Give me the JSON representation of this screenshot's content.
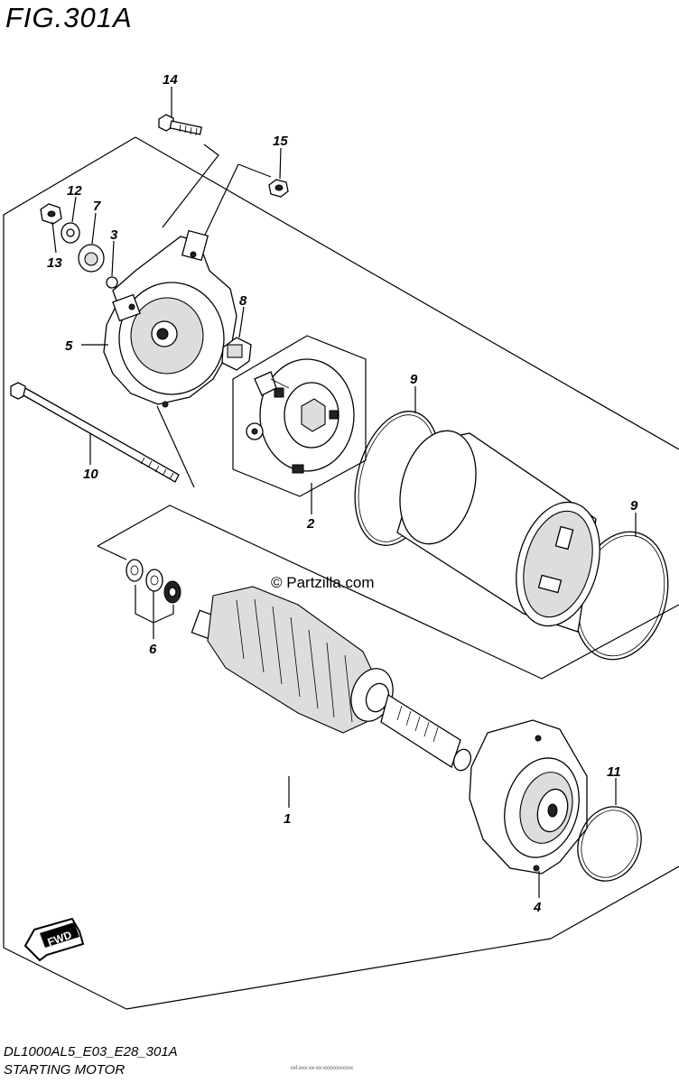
{
  "figure": {
    "title": "FIG.301A",
    "watermark": "© Partzilla.com",
    "footer_code": "DL1000AL5_E03_E28_301A",
    "footer_name": "STARTING MOTOR",
    "fine_print": "ref-xxx-xx-xx-xxxxxxxxxxx",
    "fwd_label": "FWD"
  },
  "callouts": {
    "p1": "1",
    "p2": "2",
    "p3": "3",
    "p4": "4",
    "p5": "5",
    "p6": "6",
    "p7": "7",
    "p8": "8",
    "p9a": "9",
    "p9b": "9",
    "p10": "10",
    "p11": "11",
    "p12": "12",
    "p13": "13",
    "p14": "14",
    "p15": "15"
  }
}
